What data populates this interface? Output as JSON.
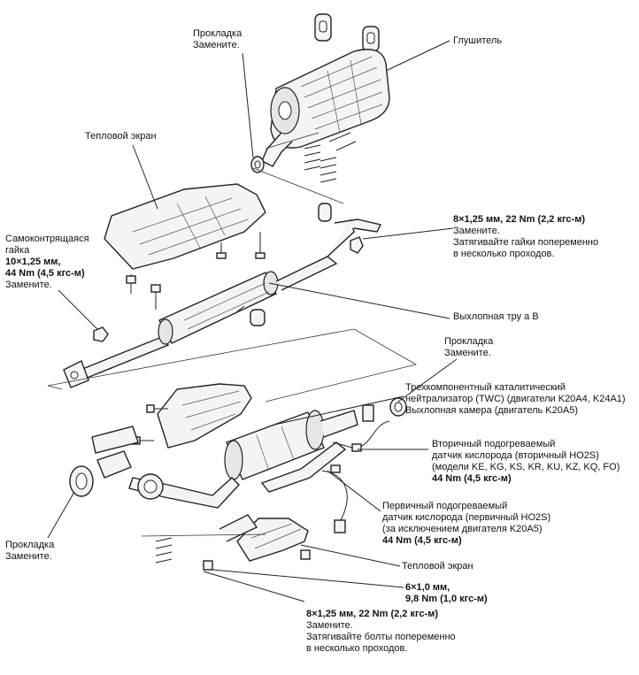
{
  "labels": {
    "gasket_top": [
      "Прокладка",
      "Замените."
    ],
    "muffler": "Глушитель",
    "heat_shield_top": "Тепловой экран",
    "nut_spec_top": [
      "8×1,25 мм, 22 Nm (2,2 кгс-м)",
      "Замените.",
      "Затягивайте гайки попеременно",
      "в несколько проходов."
    ],
    "selflock_nut": [
      "Самоконтрящаяся",
      "гайка",
      "10×1,25 мм,",
      "44 Nm (4,5 кгс-м)",
      "Замените."
    ],
    "exhaust_pipe": "Выхлопная тру  а В",
    "gasket_mid": [
      "Прокладка",
      "Замените."
    ],
    "twc": [
      "Трехкомпонентный каталитический",
      "нейтрализатор (TWC) (двигатели K20A4, K24A1)",
      "Выхлопная камера (двигатель K20A5)"
    ],
    "secondary_ho2s": [
      "Вторичный подогреваемый",
      "датчик кислорода (вторичный HO2S)",
      "(модели KE, KG, KS, KR, KU, KZ, KQ, FO)",
      "44 Nm (4,5 кгс-м)"
    ],
    "primary_ho2s": [
      "Первичный подогреваемый",
      "датчик кислорода (первичный HO2S)",
      "(за исключением двигателя K20A5)",
      "44 Nm (4,5 кгс-м)"
    ],
    "heat_shield_bottom": "Тепловой экран",
    "bolt_spec": [
      "6×1,0 мм,",
      "9,8 Nm (1,0 кгс-м)"
    ],
    "gasket_bottom": [
      "Прокладка",
      "Замените."
    ],
    "bolt_spec_bottom": [
      "8×1,25 мм, 22 Nm (2,2 кгс-м)",
      "Замените.",
      "Затягивайте болты попеременно",
      "в несколько проходов."
    ]
  }
}
